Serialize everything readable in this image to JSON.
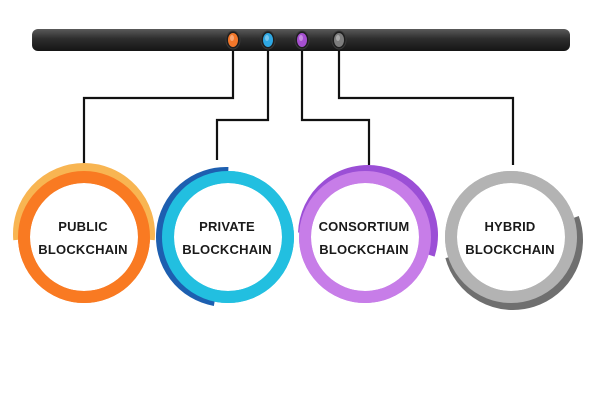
{
  "diagram": {
    "bar_color": "#2d2d2d",
    "connector_color": "#111111",
    "types": [
      {
        "line1": "PUBLIC",
        "line2": "BLOCKCHAIN",
        "ring_color": "#f97a22",
        "accent_color": "#f8b552",
        "dot_color": "#f3772a"
      },
      {
        "line1": "PRIVATE",
        "line2": "BLOCKCHAIN",
        "ring_color": "#22bfe0",
        "accent_color": "#1d5fb0",
        "dot_color": "#2ea7e3"
      },
      {
        "line1": "CONSORTIUM",
        "line2": "BLOCKCHAIN",
        "ring_color": "#c77de8",
        "accent_color": "#9b4fd6",
        "dot_color": "#a64fd0"
      },
      {
        "line1": "HYBRID",
        "line2": "BLOCKCHAIN",
        "ring_color": "#b3b3b3",
        "accent_color": "#6f6f6f",
        "dot_color": "#7d7d7d"
      }
    ]
  }
}
